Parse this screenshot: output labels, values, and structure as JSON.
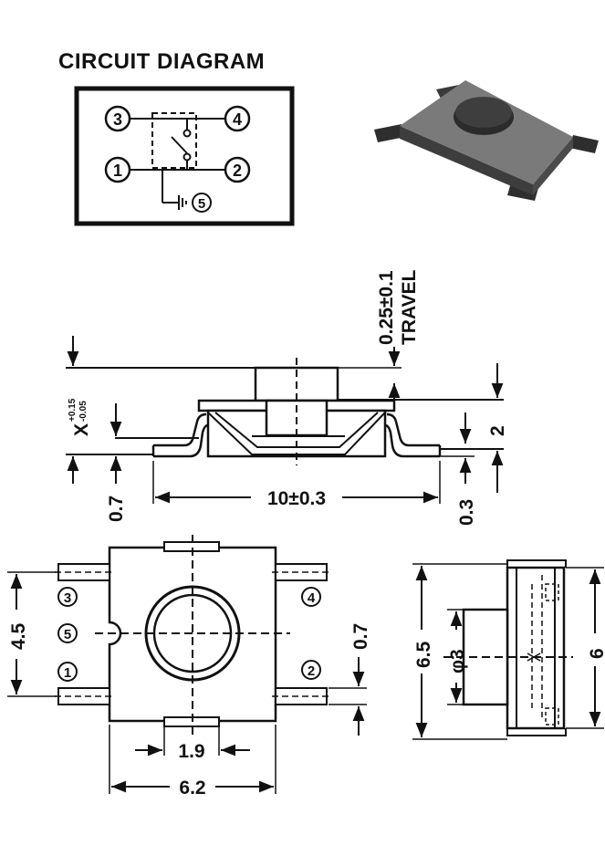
{
  "title": "CIRCUIT DIAGRAM",
  "circuit": {
    "pins": [
      "3",
      "4",
      "1",
      "2",
      "5"
    ]
  },
  "side_view": {
    "travel_value": "0.25±0.1",
    "travel_label": "TRAVEL",
    "x_label": "X",
    "x_tol_plus": "+0.15",
    "x_tol_minus": "-0.05",
    "dim_left_bottom": "0.7",
    "dim_width": "10±0.3",
    "dim_right_height": "2",
    "dim_right_bottom": "0.3"
  },
  "top_view": {
    "pins": [
      "3",
      "5",
      "1",
      "4",
      "2"
    ],
    "dim_height": "4.5",
    "dim_pin": "0.7",
    "dim_inner": "1.9",
    "dim_width": "6.2"
  },
  "end_view": {
    "dim_outer": "6.5",
    "dim_phi": "φ3",
    "dim_body": "6"
  },
  "colors": {
    "ink": "#111111",
    "photo_body": "#6a6a6a",
    "photo_top": "#8a8a8a",
    "photo_leg": "#333333"
  }
}
